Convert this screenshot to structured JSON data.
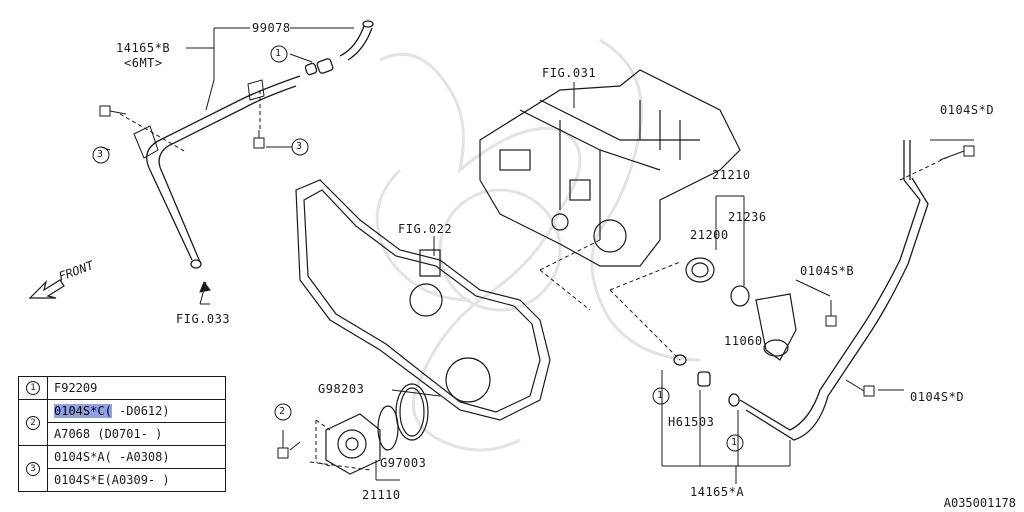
{
  "callouts": {
    "c99078": "99078",
    "c14165b": "14165*B",
    "c6mt": "<6MT>",
    "fig033": "FIG.033",
    "fig031": "FIG.031",
    "fig022": "FIG.022",
    "c21210": "21210",
    "c21236": "21236",
    "c21200": "21200",
    "c0104sb": "0104S*B",
    "c0104sd_top": "0104S*D",
    "c0104sd_bottom": "0104S*D",
    "c11060": "11060",
    "g98203": "G98203",
    "g97003": "G97003",
    "h61503": "H61503",
    "c21110": "21110",
    "c14165a": "14165*A",
    "front": "FRONT"
  },
  "markers": {
    "one": "1",
    "two": "2",
    "three": "3"
  },
  "legend": [
    {
      "marker": "1",
      "rows": [
        {
          "code": "F92209",
          "range": "",
          "highlighted": false
        }
      ]
    },
    {
      "marker": "2",
      "rows": [
        {
          "code": "0104S*C(",
          "range": " -D0612)",
          "highlighted": true
        },
        {
          "code": "A7068",
          "range": "  (D0701- )",
          "highlighted": false
        }
      ]
    },
    {
      "marker": "3",
      "rows": [
        {
          "code": "0104S*A(",
          "range": " -A0308)",
          "highlighted": false
        },
        {
          "code": "0104S*E(",
          "range": "A0309- )",
          "highlighted": false
        }
      ]
    }
  ],
  "figure_id": "A035001178"
}
